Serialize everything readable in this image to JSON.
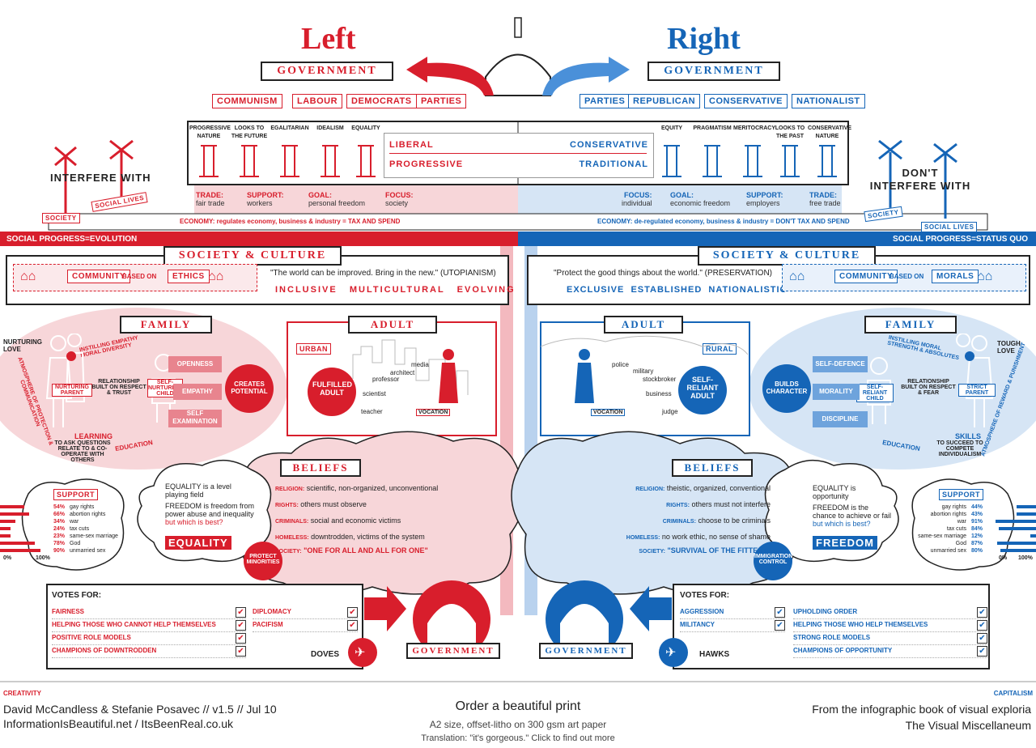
{
  "title_left": "Left",
  "title_right": "Right",
  "government": "GOVERNMENT",
  "left_parties": [
    "COMMUNISM",
    "LABOUR",
    "DEMOCRATS",
    "PARTIES"
  ],
  "right_parties": [
    "PARTIES",
    "REPUBLICAN",
    "CONSERVATIVE",
    "NATIONALIST"
  ],
  "left_pillars": [
    "PROGRESSIVE NATURE",
    "LOOKS TO THE FUTURE",
    "EGALITARIAN",
    "IDEALISM",
    "EQUALITY"
  ],
  "right_pillars": [
    "EQUITY",
    "PRAGMATISM",
    "MERITOCRACY",
    "LOOKS TO THE PAST",
    "CONSERVATIVE NATURE"
  ],
  "liberal": "LIBERAL",
  "progressive": "PROGRESSIVE",
  "conservative": "CONSERVATIVE",
  "traditional": "TRADITIONAL",
  "left_interfere": "INTERFERE WITH",
  "right_interfere": "DON'T INTERFERE WITH",
  "society": "SOCIETY",
  "social_lives": "SOCIAL LIVES",
  "left_stats": [
    {
      "k": "TRADE:",
      "v": "fair trade"
    },
    {
      "k": "SUPPORT:",
      "v": "workers"
    },
    {
      "k": "GOAL:",
      "v": "personal freedom"
    },
    {
      "k": "FOCUS:",
      "v": "society"
    }
  ],
  "right_stats": [
    {
      "k": "FOCUS:",
      "v": "individual"
    },
    {
      "k": "GOAL:",
      "v": "economic freedom"
    },
    {
      "k": "SUPPORT:",
      "v": "employers"
    },
    {
      "k": "TRADE:",
      "v": "free trade"
    }
  ],
  "left_economy": "ECONOMY: regulates economy, business & industry = TAX AND SPEND",
  "right_economy": "ECONOMY: de-regulated economy, business & industry = DON'T TAX AND SPEND",
  "left_progress": "SOCIAL PROGRESS=EVOLUTION",
  "right_progress": "SOCIAL PROGRESS=STATUS QUO",
  "society_culture": "SOCIETY & CULTURE",
  "community": "COMMUNITY",
  "based_on": "BASED ON",
  "ethics": "ETHICS",
  "morals": "MORALS",
  "left_quote": "\"The world can be improved. Bring in the new.\" (UTOPIANISM)",
  "right_quote": "\"Protect the good things about the world.\" (PRESERVATION)",
  "left_values": "INCLUSIVE   MULTICULTURAL   EVOLVING",
  "right_values": "EXCLUSIVE  ESTABLISHED  NATIONALISTIC",
  "family": "FAMILY",
  "adult": "ADULT",
  "urban": "URBAN",
  "rural": "RURAL",
  "left_family": {
    "nurturing_love": "NURTURING LOVE",
    "instilling": "INSTILLING EMPATHY MORAL DIVERSITY",
    "relationship": "RELATIONSHIP BUILT ON RESPECT & TRUST",
    "parent": "NURTURING PARENT",
    "child": "SELF-NURTURING CHILD",
    "arrows": [
      "OPENNESS",
      "EMPATHY",
      "SELF EXAMINATION"
    ],
    "learning": "LEARNING",
    "learning_sub": "TO ASK QUESTIONS RELATE TO & CO-OPERATE WITH OTHERS",
    "education": "EDUCATION",
    "creates": "CREATES POTENTIAL",
    "atmosphere": "ATMOSPHERE OF PROTECTION & COMMUNICATION"
  },
  "right_family": {
    "tough_love": "TOUGH LOVE",
    "instilling": "INSTILLING MORAL STRENGTH & ABSOLUTES",
    "relationship": "RELATIONSHIP BUILT ON RESPECT & FEAR",
    "parent": "STRICT PARENT",
    "child": "SELF-RELIANT CHILD",
    "arrows": [
      "SELF-DEFENCE",
      "MORALITY",
      "DISCIPLINE"
    ],
    "skills": "SKILLS",
    "skills_sub": "TO SUCCEED TO COMPETE INDIVIDUALISM",
    "education": "EDUCATION",
    "builds": "BUILDS CHARACTER",
    "atmosphere": "ATMOSPHERE OF REWARD & PUNISHMENT"
  },
  "left_adult": {
    "outcome": "FULFILLED ADULT",
    "jobs": [
      "media",
      "architect",
      "professor",
      "scientist",
      "teacher"
    ],
    "vocation": "VOCATION"
  },
  "right_adult": {
    "outcome": "SELF-RELIANT ADULT",
    "jobs": [
      "police",
      "military",
      "stockbroker",
      "business",
      "judge"
    ],
    "vocation": "VOCATION"
  },
  "beliefs": "BELIEFS",
  "left_beliefs": [
    {
      "k": "RELIGION:",
      "v": "scientific, non-organized, unconventional"
    },
    {
      "k": "RIGHTS:",
      "v": "others must observe"
    },
    {
      "k": "CRIMINALS:",
      "v": "social and economic victims"
    },
    {
      "k": "HOMELESS:",
      "v": "downtrodden, victims of the system"
    },
    {
      "k": "SOCIETY:",
      "v": "\"ONE FOR ALL AND ALL FOR ONE\""
    }
  ],
  "right_beliefs": [
    {
      "k": "RELIGION:",
      "v": "theistic, organized, conventional"
    },
    {
      "k": "RIGHTS:",
      "v": "others must not interfere"
    },
    {
      "k": "CRIMINALS:",
      "v": "choose to be criminals"
    },
    {
      "k": "HOMELESS:",
      "v": "no work ethic, no sense of shame"
    },
    {
      "k": "SOCIETY:",
      "v": "\"SURVIVAL OF THE FITTEST\""
    }
  ],
  "left_equality": {
    "eq": "EQUALITY is a level playing field",
    "fr": "FREEDOM is freedom from power abuse and inequality",
    "q": "but which is best?",
    "answer": "EQUALITY"
  },
  "right_equality": {
    "eq": "EQUALITY is opportunity",
    "fr": "FREEDOM is the chance to achieve or fail",
    "q": "but which is best?",
    "answer": "FREEDOM"
  },
  "protect": "PROTECT MINORITIES",
  "immigration": "IMMIGRATION CONTROL",
  "support": "SUPPORT",
  "left_support": [
    {
      "pct": "54%",
      "label": "gay rights",
      "value": 54
    },
    {
      "pct": "66%",
      "label": "abortion rights",
      "value": 66
    },
    {
      "pct": "34%",
      "label": "war",
      "value": 34
    },
    {
      "pct": "24%",
      "label": "tax cuts",
      "value": 24
    },
    {
      "pct": "23%",
      "label": "same-sex marriage",
      "value": 23
    },
    {
      "pct": "78%",
      "label": "God",
      "value": 78
    },
    {
      "pct": "90%",
      "label": "unmarried sex",
      "value": 90
    }
  ],
  "right_support": [
    {
      "pct": "44%",
      "label": "gay rights",
      "value": 44
    },
    {
      "pct": "43%",
      "label": "abortion rights",
      "value": 43
    },
    {
      "pct": "91%",
      "label": "war",
      "value": 91
    },
    {
      "pct": "84%",
      "label": "tax cuts",
      "value": 84
    },
    {
      "pct": "12%",
      "label": "same-sex marriage",
      "value": 12
    },
    {
      "pct": "87%",
      "label": "God",
      "value": 87
    },
    {
      "pct": "80%",
      "label": "unmarried sex",
      "value": 80
    }
  ],
  "axis_0": "0%",
  "axis_100": "100%",
  "votes_for": "VOTES FOR:",
  "left_votes_a": [
    "FAIRNESS",
    "HELPING THOSE WHO CANNOT HELP THEMSELVES",
    "POSITIVE ROLE MODELS",
    "CHAMPIONS OF DOWNTRODDEN"
  ],
  "left_votes_b": [
    "DIPLOMACY",
    "PACIFISM"
  ],
  "right_votes_a": [
    "AGGRESSION",
    "MILITANCY"
  ],
  "right_votes_b": [
    "UPHOLDING ORDER",
    "HELPING THOSE WHO HELP THEMSELVES",
    "STRONG ROLE MODELS",
    "CHAMPIONS OF OPPORTUNITY"
  ],
  "doves": "DOVES",
  "hawks": "HAWKS",
  "footer": {
    "creativity": "CREATIVITY",
    "capitalism": "CAPITALISM",
    "authors": "David McCandless & Stefanie Posavec // v1.5 // Jul 10",
    "sites": "InformationIsBeautiful.net / ItsBeenReal.co.uk",
    "order": "Order a beautiful print",
    "size": "A2 size, offset-litho on 300 gsm art paper",
    "translation": "Translation: \"it's gorgeous.\" Click to find out more",
    "from": "From the infographic  book of visual exploria",
    "book": "The Visual Miscellaneum"
  },
  "colors": {
    "red": "#d81e2c",
    "blue": "#1565b7",
    "pink": "#f7d6d9",
    "lightblue": "#d6e5f5"
  }
}
